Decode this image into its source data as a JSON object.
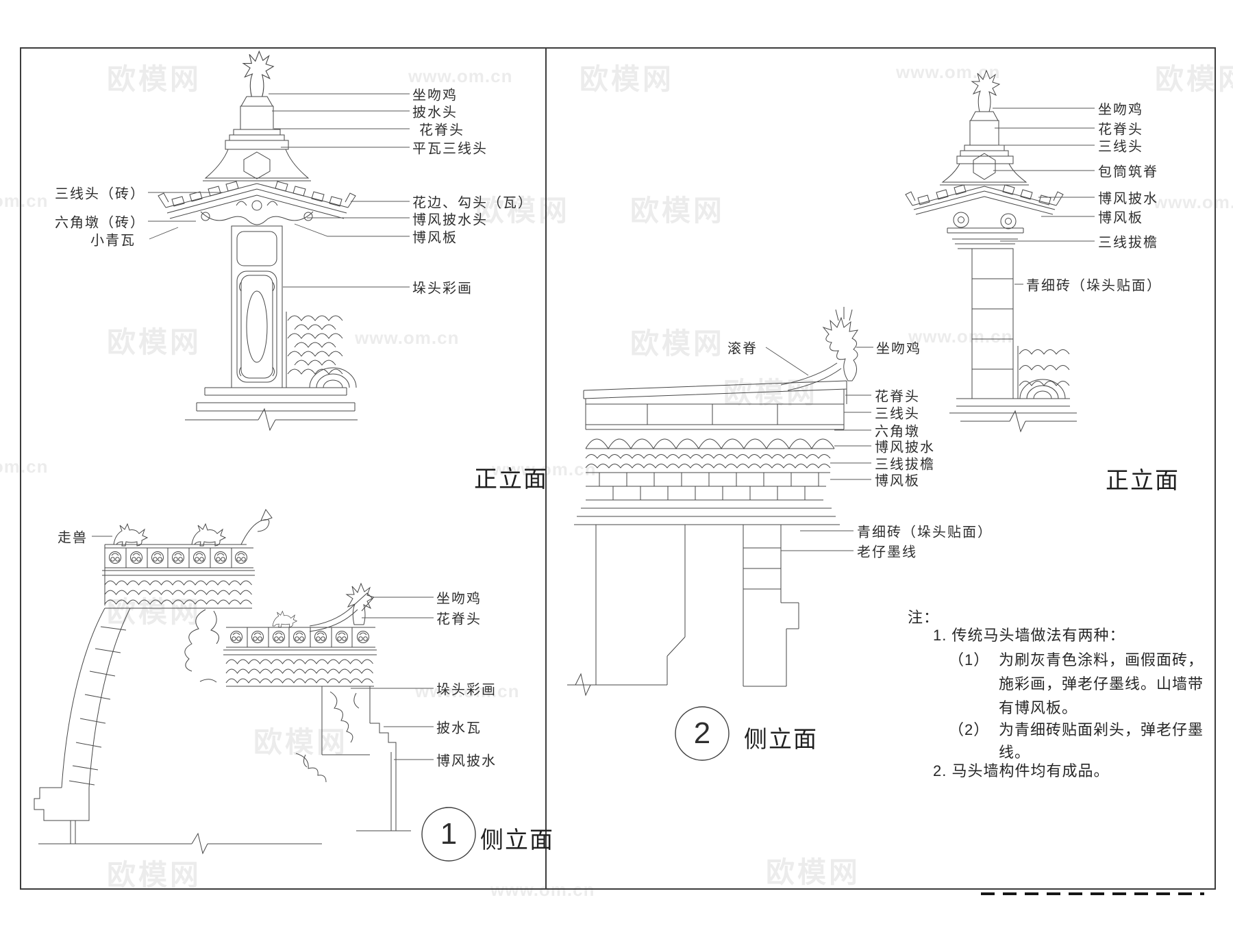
{
  "watermark": {
    "brand": "欧模网",
    "url": "www.om.cn"
  },
  "left_front": {
    "title": "正立面",
    "right_labels": [
      "坐吻鸡",
      "披水头",
      "花脊头",
      "平瓦三线头",
      "花边、勾头（瓦）",
      "博风披水头",
      "博风板",
      "垛头彩画"
    ],
    "left_labels": [
      "三线头（砖）",
      "六角墩（砖）",
      "小青瓦"
    ]
  },
  "left_side": {
    "number": "1",
    "title": "侧立面",
    "left_labels": [
      "走兽"
    ],
    "right_labels": [
      "坐吻鸡",
      "花脊头",
      "垛头彩画",
      "披水瓦",
      "博风披水"
    ]
  },
  "right_front": {
    "title": "正立面",
    "right_labels": [
      "坐吻鸡",
      "花脊头",
      "三线头",
      "包筒筑脊",
      "博风披水",
      "博风板",
      "三线拔檐",
      "青细砖（垛头贴面）"
    ]
  },
  "right_side": {
    "number": "2",
    "title": "侧立面",
    "left_labels": [
      "滚脊"
    ],
    "right_labels": [
      "坐吻鸡",
      "花脊头",
      "三线头",
      "六角墩",
      "博风披水",
      "三线拔檐",
      "博风板",
      "青细砖（垛头贴面）",
      "老仔墨线"
    ]
  },
  "notes": {
    "heading": "注：",
    "item1": "1. 传统马头墙做法有两种：",
    "sub1_num": "（1）",
    "sub1_line1": "为刷灰青色涂料，画假面砖，",
    "sub1_line2": "施彩画，弹老仔墨线。山墙带",
    "sub1_line3": "有博风板。",
    "sub2_num": "（2）",
    "sub2_line1": "为青细砖贴面剁头，弹老仔墨",
    "sub2_line2": "线。",
    "item2": "2. 马头墙构件均有成品。"
  }
}
